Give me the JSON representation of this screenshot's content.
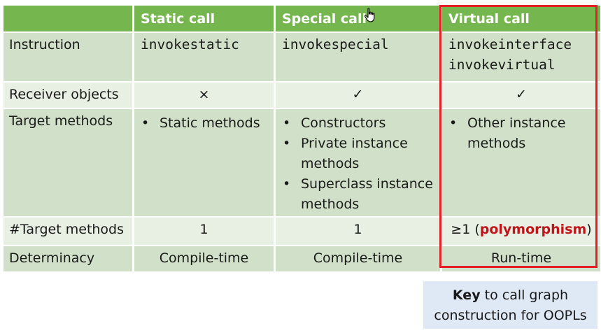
{
  "table": {
    "corner": "",
    "columns": [
      "Static call",
      "Special call",
      "Virtual call"
    ],
    "rows": {
      "instruction": {
        "label": "Instruction",
        "static": "invokestatic",
        "special": "invokespecial",
        "virtual": "invokeinterface\ninvokevirtual"
      },
      "receiver": {
        "label": "Receiver objects",
        "static": "×",
        "special": "✓",
        "virtual": "✓"
      },
      "targets": {
        "label": "Target methods",
        "bullet": "•",
        "static": [
          "Static methods"
        ],
        "special": [
          "Constructors",
          "Private instance methods",
          "Superclass instance methods"
        ],
        "virtual": [
          "Other instance methods"
        ]
      },
      "count": {
        "label": "#Target methods",
        "static": "1",
        "special": "1",
        "virtual_prefix": "≥1 (",
        "virtual_emph": "polymorphism",
        "virtual_suffix": ")"
      },
      "determinacy": {
        "label": "Determinacy",
        "static": "Compile-time",
        "special": "Compile-time",
        "virtual": "Run-time"
      }
    }
  },
  "key_note": {
    "bold": "Key",
    "rest": " to call graph construction for OOPLs"
  },
  "colors": {
    "header_bg": "#76b64f",
    "row_dark": "#d1e0c8",
    "row_light": "#e8efe3",
    "highlight_border": "#e31e24",
    "emphasis_text": "#c0161b",
    "note_bg": "#dfe8f5"
  },
  "icons": {
    "cursor": "hand-pointer-icon",
    "cross": "cross-mark-icon",
    "check": "check-mark-icon"
  }
}
